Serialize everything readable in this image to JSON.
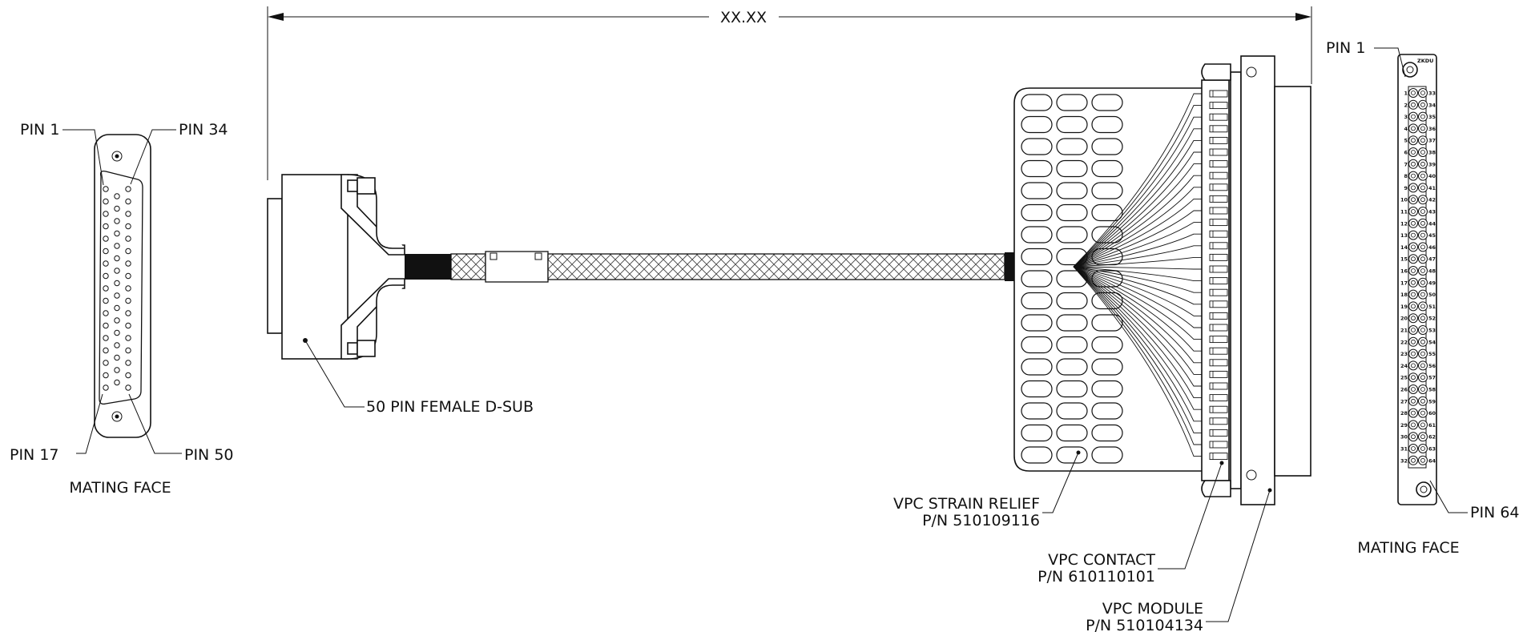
{
  "dimension": {
    "label": "XX.XX"
  },
  "dsub_face": {
    "pin_top_left": "PIN 1",
    "pin_top_right": "PIN 34",
    "pin_bottom_left": "PIN 17",
    "pin_bottom_right": "PIN 50",
    "caption": "MATING FACE"
  },
  "dsub_connector": {
    "label": "50 PIN FEMALE D-SUB"
  },
  "strain_relief": {
    "name": "VPC STRAIN RELIEF",
    "part_number": "P/N 510109116"
  },
  "contact": {
    "name": "VPC CONTACT",
    "part_number": "P/N 610110101"
  },
  "module": {
    "name": "VPC MODULE",
    "part_number": "P/N 510104134"
  },
  "vpc_face": {
    "pin_first": "PIN 1",
    "pin_last": "PIN 64",
    "caption": "MATING FACE",
    "left_numbers": [
      "1",
      "2",
      "3",
      "4",
      "5",
      "6",
      "7",
      "8",
      "9",
      "10",
      "11",
      "12",
      "13",
      "14",
      "15",
      "16",
      "17",
      "18",
      "19",
      "20",
      "21",
      "22",
      "23",
      "24",
      "25",
      "26",
      "27",
      "28",
      "29",
      "30",
      "31",
      "32"
    ],
    "right_numbers": [
      "33",
      "34",
      "35",
      "36",
      "37",
      "38",
      "39",
      "40",
      "41",
      "42",
      "43",
      "44",
      "45",
      "46",
      "47",
      "48",
      "49",
      "50",
      "51",
      "52",
      "53",
      "54",
      "55",
      "56",
      "57",
      "58",
      "59",
      "60",
      "61",
      "62",
      "63",
      "64"
    ]
  }
}
